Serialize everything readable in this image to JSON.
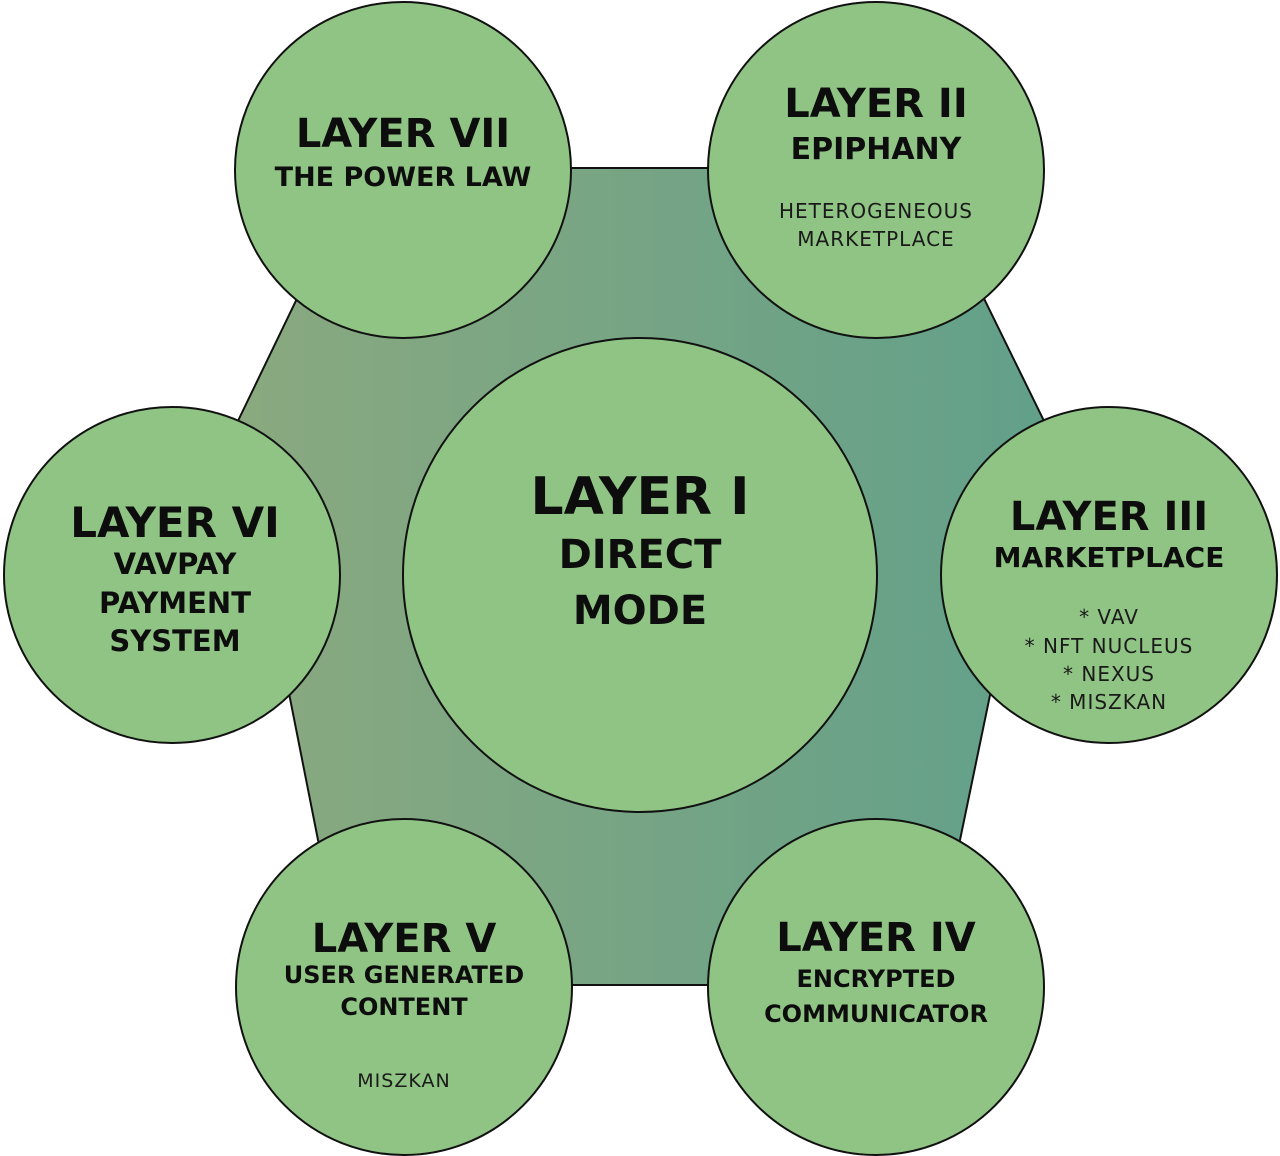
{
  "layers": {
    "layer1": {
      "title": "LAYER I",
      "sub1": "DIRECT",
      "sub2": "MODE"
    },
    "layer2": {
      "title": "LAYER II",
      "sub1": "EPIPHANY",
      "note1": "HETEROGENEOUS",
      "note2": "MARKETPLACE"
    },
    "layer3": {
      "title": "LAYER III",
      "sub1": "MARKETPLACE",
      "note1": "* VAV",
      "note2": "* NFT NUCLEUS",
      "note3": "* NEXUS",
      "note4": "* MISZKAN"
    },
    "layer4": {
      "title": "LAYER IV",
      "sub1": "ENCRYPTED",
      "sub2": "COMMUNICATOR"
    },
    "layer5": {
      "title": "LAYER V",
      "sub1": "USER GENERATED",
      "sub2": "CONTENT",
      "note1": "MISZKAN"
    },
    "layer6": {
      "title": "LAYER VI",
      "sub1": "VAVPAY",
      "sub2": "PAYMENT",
      "sub3": "SYSTEM"
    },
    "layer7": {
      "title": "LAYER VII",
      "sub1": "THE POWER LAW"
    }
  },
  "colors": {
    "circle_fill": "#90c484",
    "hexagon_left": "#8aa97f",
    "hexagon_right": "#62a08a",
    "outline": "#111111",
    "text": "#0d0d0d"
  }
}
